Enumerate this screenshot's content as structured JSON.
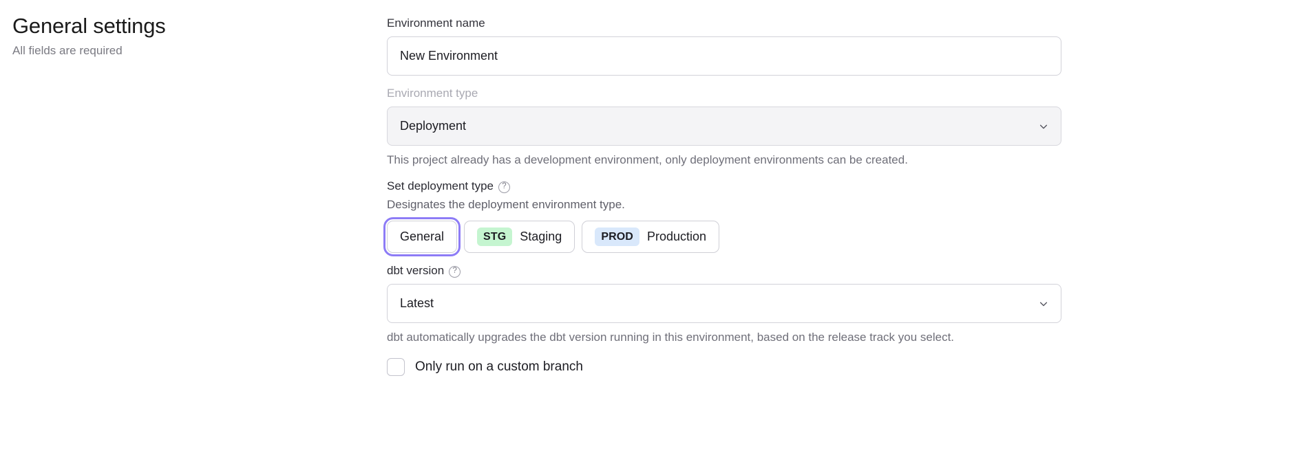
{
  "header": {
    "title": "General settings",
    "subtitle": "All fields are required"
  },
  "form": {
    "environment_name": {
      "label": "Environment name",
      "value": "New Environment",
      "placeholder": "Environment name"
    },
    "environment_type": {
      "label": "Environment type",
      "value": "Deployment",
      "disabled": true,
      "chevron_icon": "chevron-down-icon",
      "helper": "This project already has a development environment, only deployment environments can be created."
    },
    "deployment_type": {
      "label": "Set deployment type",
      "help_icon": "help-circle-icon",
      "help_glyph": "?",
      "description": "Designates the deployment environment type.",
      "options": [
        {
          "label": "General",
          "badge": "",
          "badge_kind": "",
          "selected": true
        },
        {
          "label": "Staging",
          "badge": "STG",
          "badge_kind": "stg",
          "selected": false
        },
        {
          "label": "Production",
          "badge": "PROD",
          "badge_kind": "prod",
          "selected": false
        }
      ]
    },
    "dbt_version": {
      "label": "dbt version",
      "help_icon": "help-circle-icon",
      "help_glyph": "?",
      "value": "Latest",
      "chevron_icon": "chevron-down-icon",
      "helper": "dbt automatically upgrades the dbt version running in this environment, based on the release track you select."
    },
    "custom_branch": {
      "label": "Only run on a custom branch",
      "checked": false
    }
  },
  "colors": {
    "focus_ring": "#8d7cf6",
    "badge_staging_bg": "#c5f5d0",
    "badge_production_bg": "#d9e8fb",
    "disabled_field_bg": "#f4f4f6"
  }
}
